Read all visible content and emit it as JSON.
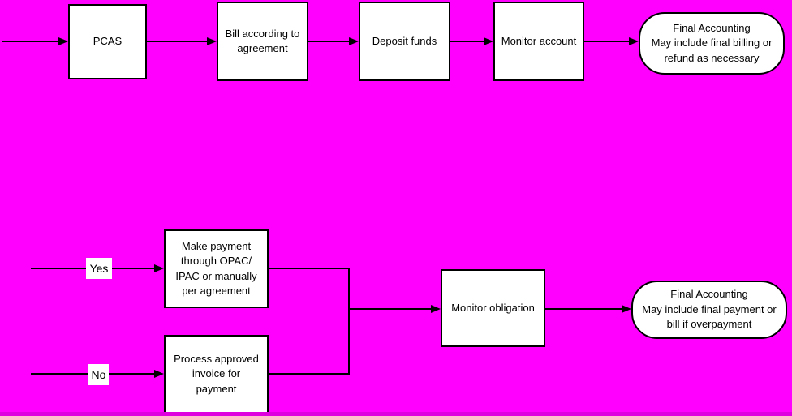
{
  "diagram": {
    "background_color": "#FF00FF",
    "bottom_edge_color": "#DF00DF",
    "node_fill_color": "#FFFFFF",
    "line_color": "#000000",
    "nodes": {
      "pcas": "PCAS",
      "bill_according": "Bill according to\nagreement",
      "deposit_funds": "Deposit funds",
      "monitor_account": "Monitor account",
      "final_accounting_billing": "Final Accounting\nMay include final billing or\nrefund as necessary",
      "make_payment": "Make payment\nthrough OPAC/\nIPAC or manually\nper agreement",
      "process_invoice": "Process approved\ninvoice for\npayment",
      "monitor_obligation": "Monitor obligation",
      "final_accounting_payment": "Final Accounting\nMay include final payment or\nbill if overpayment"
    },
    "edge_labels": {
      "yes": "Yes",
      "no": "No"
    }
  }
}
